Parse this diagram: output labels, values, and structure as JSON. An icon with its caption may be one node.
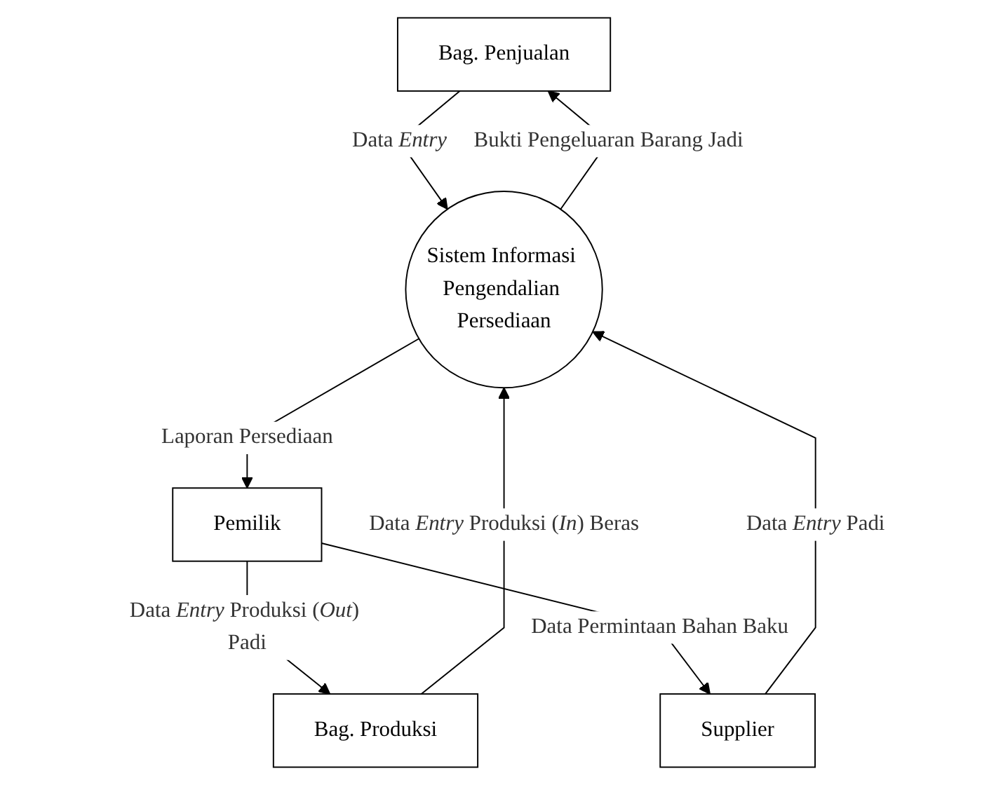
{
  "diagram": {
    "nodes": [
      {
        "text": [
          "Bag. Penjualan"
        ]
      },
      {
        "text": [
          "Bag. Produksi"
        ]
      },
      {
        "text": [
          "Sistem Informasi Pengendalian Persediaan"
        ]
      },
      {
        "text": [
          "Pemilik"
        ]
      },
      {
        "text": [
          "Supplier"
        ]
      }
    ],
    "edges": [
      {
        "from": 0,
        "to": 2,
        "arrow": "to",
        "label": "Data *Entry*"
      },
      {
        "from": 2,
        "to": 0,
        "arrow": "to",
        "label": "Bukti Pengeluaran Barang Jadi"
      },
      {
        "from": 1,
        "to": 2,
        "arrow": "to",
        "label": "Data *Entry* Produksi (*In*) Beras"
      },
      {
        "from": 3,
        "to": 1,
        "arrow": "to",
        "label": "Data *Entry* Produksi (*Out*) Padi"
      },
      {
        "from": 2,
        "to": 3,
        "arrow": "to",
        "label": "Laporan Persediaan"
      },
      {
        "from": 4,
        "to": 2,
        "arrow": "to",
        "label": "Data *Entry* Padi"
      },
      {
        "from": 3,
        "to": 4,
        "arrow": "to",
        "label": "Data Permintaan Bahan Baku"
      }
    ]
  }
}
